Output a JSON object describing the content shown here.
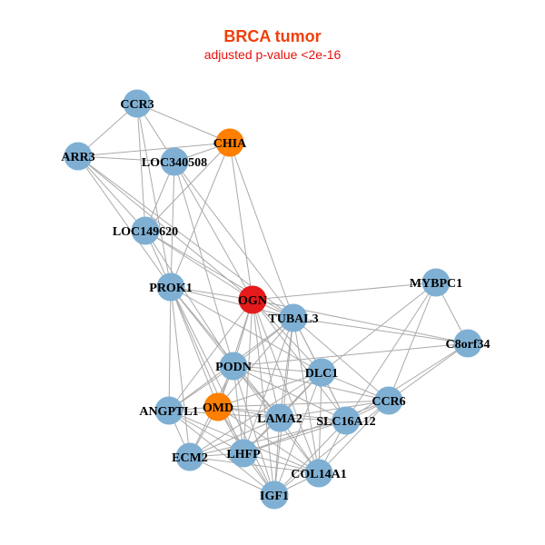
{
  "title": "BRCA tumor",
  "subtitle": "adjusted p-value <2e-16",
  "colors": {
    "default": "#7fb0d4",
    "highlight": "#ff7f00",
    "center": "#e41a1c",
    "edge": "#aaaaaa"
  },
  "nodes": [
    {
      "id": "CCR3",
      "type": "default"
    },
    {
      "id": "CHIA",
      "type": "highlight"
    },
    {
      "id": "ARR3",
      "type": "default"
    },
    {
      "id": "LOC340508",
      "type": "default"
    },
    {
      "id": "LOC149620",
      "type": "default"
    },
    {
      "id": "PROK1",
      "type": "default"
    },
    {
      "id": "OGN",
      "type": "center"
    },
    {
      "id": "TUBAL3",
      "type": "default"
    },
    {
      "id": "MYBPC1",
      "type": "default"
    },
    {
      "id": "C8orf34",
      "type": "default"
    },
    {
      "id": "PODN",
      "type": "default"
    },
    {
      "id": "DLC1",
      "type": "default"
    },
    {
      "id": "CCR6",
      "type": "default"
    },
    {
      "id": "ANGPTL1",
      "type": "default"
    },
    {
      "id": "OMD",
      "type": "highlight"
    },
    {
      "id": "LAMA2",
      "type": "default"
    },
    {
      "id": "SLC16A12",
      "type": "default"
    },
    {
      "id": "ECM2",
      "type": "default"
    },
    {
      "id": "LHFP",
      "type": "default"
    },
    {
      "id": "COL14A1",
      "type": "default"
    },
    {
      "id": "IGF1",
      "type": "default"
    }
  ],
  "edges": [
    [
      "CCR3",
      "ARR3"
    ],
    [
      "CCR3",
      "CHIA"
    ],
    [
      "CCR3",
      "LOC340508"
    ],
    [
      "CCR3",
      "LOC149620"
    ],
    [
      "CCR3",
      "PROK1"
    ],
    [
      "ARR3",
      "CHIA"
    ],
    [
      "ARR3",
      "LOC340508"
    ],
    [
      "ARR3",
      "LOC149620"
    ],
    [
      "ARR3",
      "PROK1"
    ],
    [
      "ARR3",
      "OGN"
    ],
    [
      "ARR3",
      "TUBAL3"
    ],
    [
      "CHIA",
      "LOC340508"
    ],
    [
      "CHIA",
      "LOC149620"
    ],
    [
      "CHIA",
      "PROK1"
    ],
    [
      "CHIA",
      "OGN"
    ],
    [
      "CHIA",
      "TUBAL3"
    ],
    [
      "LOC340508",
      "LOC149620"
    ],
    [
      "LOC340508",
      "PROK1"
    ],
    [
      "LOC340508",
      "OGN"
    ],
    [
      "LOC340508",
      "TUBAL3"
    ],
    [
      "LOC340508",
      "PODN"
    ],
    [
      "LOC149620",
      "PROK1"
    ],
    [
      "LOC149620",
      "OGN"
    ],
    [
      "LOC149620",
      "TUBAL3"
    ],
    [
      "LOC149620",
      "PODN"
    ],
    [
      "PROK1",
      "OGN"
    ],
    [
      "PROK1",
      "TUBAL3"
    ],
    [
      "PROK1",
      "PODN"
    ],
    [
      "PROK1",
      "ANGPTL1"
    ],
    [
      "PROK1",
      "OMD"
    ],
    [
      "PROK1",
      "LAMA2"
    ],
    [
      "PROK1",
      "ECM2"
    ],
    [
      "PROK1",
      "LHFP"
    ],
    [
      "PROK1",
      "DLC1"
    ],
    [
      "PROK1",
      "IGF1"
    ],
    [
      "OGN",
      "TUBAL3"
    ],
    [
      "OGN",
      "MYBPC1"
    ],
    [
      "OGN",
      "PODN"
    ],
    [
      "OGN",
      "OMD"
    ],
    [
      "OGN",
      "LAMA2"
    ],
    [
      "OGN",
      "DLC1"
    ],
    [
      "OGN",
      "ANGPTL1"
    ],
    [
      "OGN",
      "LHFP"
    ],
    [
      "OGN",
      "COL14A1"
    ],
    [
      "OGN",
      "SLC16A12"
    ],
    [
      "OGN",
      "C8orf34"
    ],
    [
      "OGN",
      "IGF1"
    ],
    [
      "TUBAL3",
      "C8orf34"
    ],
    [
      "TUBAL3",
      "PODN"
    ],
    [
      "TUBAL3",
      "DLC1"
    ],
    [
      "TUBAL3",
      "OMD"
    ],
    [
      "TUBAL3",
      "LAMA2"
    ],
    [
      "TUBAL3",
      "CCR6"
    ],
    [
      "TUBAL3",
      "ANGPTL1"
    ],
    [
      "TUBAL3",
      "LHFP"
    ],
    [
      "TUBAL3",
      "COL14A1"
    ],
    [
      "TUBAL3",
      "IGF1"
    ],
    [
      "TUBAL3",
      "SLC16A12"
    ],
    [
      "MYBPC1",
      "C8orf34"
    ],
    [
      "MYBPC1",
      "DLC1"
    ],
    [
      "MYBPC1",
      "CCR6"
    ],
    [
      "MYBPC1",
      "SLC16A12"
    ],
    [
      "C8orf34",
      "CCR6"
    ],
    [
      "C8orf34",
      "PODN"
    ],
    [
      "C8orf34",
      "SLC16A12"
    ],
    [
      "PODN",
      "DLC1"
    ],
    [
      "PODN",
      "OMD"
    ],
    [
      "PODN",
      "LAMA2"
    ],
    [
      "PODN",
      "ANGPTL1"
    ],
    [
      "PODN",
      "ECM2"
    ],
    [
      "PODN",
      "LHFP"
    ],
    [
      "PODN",
      "CCR6"
    ],
    [
      "PODN",
      "SLC16A12"
    ],
    [
      "PODN",
      "COL14A1"
    ],
    [
      "PODN",
      "IGF1"
    ],
    [
      "DLC1",
      "LAMA2"
    ],
    [
      "DLC1",
      "CCR6"
    ],
    [
      "DLC1",
      "SLC16A12"
    ],
    [
      "DLC1",
      "OMD"
    ],
    [
      "DLC1",
      "ECM2"
    ],
    [
      "DLC1",
      "COL14A1"
    ],
    [
      "DLC1",
      "IGF1"
    ],
    [
      "DLC1",
      "LHFP"
    ],
    [
      "CCR6",
      "OMD"
    ],
    [
      "CCR6",
      "SLC16A12"
    ],
    [
      "CCR6",
      "LAMA2"
    ],
    [
      "CCR6",
      "COL14A1"
    ],
    [
      "CCR6",
      "LHFP"
    ],
    [
      "CCR6",
      "IGF1"
    ],
    [
      "ANGPTL1",
      "OMD"
    ],
    [
      "ANGPTL1",
      "ECM2"
    ],
    [
      "ANGPTL1",
      "LHFP"
    ],
    [
      "ANGPTL1",
      "IGF1"
    ],
    [
      "ANGPTL1",
      "LAMA2"
    ],
    [
      "ANGPTL1",
      "COL14A1"
    ],
    [
      "OMD",
      "LAMA2"
    ],
    [
      "OMD",
      "ECM2"
    ],
    [
      "OMD",
      "LHFP"
    ],
    [
      "OMD",
      "IGF1"
    ],
    [
      "OMD",
      "SLC16A12"
    ],
    [
      "OMD",
      "COL14A1"
    ],
    [
      "LAMA2",
      "SLC16A12"
    ],
    [
      "LAMA2",
      "LHFP"
    ],
    [
      "LAMA2",
      "COL14A1"
    ],
    [
      "LAMA2",
      "IGF1"
    ],
    [
      "LAMA2",
      "ECM2"
    ],
    [
      "SLC16A12",
      "COL14A1"
    ],
    [
      "SLC16A12",
      "ECM2"
    ],
    [
      "SLC16A12",
      "IGF1"
    ],
    [
      "SLC16A12",
      "LHFP"
    ],
    [
      "ECM2",
      "LHFP"
    ],
    [
      "ECM2",
      "IGF1"
    ],
    [
      "ECM2",
      "COL14A1"
    ],
    [
      "LHFP",
      "IGF1"
    ],
    [
      "LHFP",
      "COL14A1"
    ],
    [
      "COL14A1",
      "IGF1"
    ]
  ]
}
